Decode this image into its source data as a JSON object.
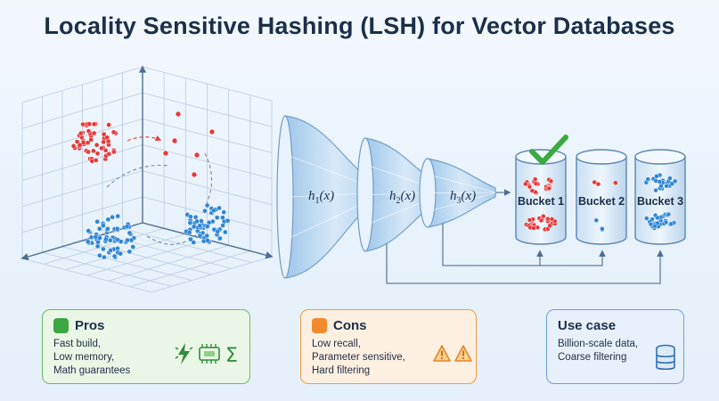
{
  "title": "Locality Sensitive Hashing (LSH) for Vector Databases",
  "hash_functions": [
    {
      "name": "h",
      "sub": "1",
      "arg": "(x)"
    },
    {
      "name": "h",
      "sub": "2",
      "arg": "(x)"
    },
    {
      "name": "h",
      "sub": "3",
      "arg": "(x)"
    }
  ],
  "buckets": [
    {
      "label": "Bucket 1"
    },
    {
      "label": "Bucket 2"
    },
    {
      "label": "Bucket 3"
    }
  ],
  "pros": {
    "title": "Pros",
    "lines": [
      "Fast build,",
      "Low memory,",
      "Math guarantees"
    ],
    "icons": [
      "lightning-icon",
      "memory-chip-icon",
      "sigma-icon"
    ]
  },
  "cons": {
    "title": "Cons",
    "lines": [
      "Low recall,",
      "Parameter sensitive,",
      "Hard filtering"
    ],
    "icons": [
      "warning-icon",
      "warning-icon"
    ]
  },
  "use_case": {
    "title": "Use case",
    "lines": [
      "Billion-scale data,",
      "Coarse filtering"
    ],
    "icons": [
      "database-icon"
    ]
  },
  "colors": {
    "red_point": "#e53a3a",
    "blue_point": "#2f86d6",
    "funnel": "#b9d7f0",
    "check": "#3aaa3f",
    "pros_border": "#6dbb63",
    "cons_border": "#ee9c45",
    "use_border": "#6f9fd6"
  }
}
